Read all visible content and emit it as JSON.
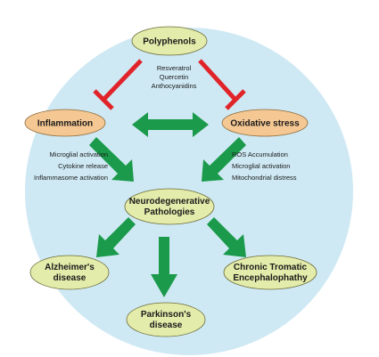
{
  "colors": {
    "background_circle": "#cfe9f4",
    "oval_green": "#e3ecaa",
    "oval_orange": "#f4c793",
    "arrow_green": "#1a9a4a",
    "inhibit_red": "#e0242a"
  },
  "nodes": {
    "polyphenols": "Polyphenols",
    "inflammation": "Inflammation",
    "oxidative_stress": "Oxidative stress",
    "neurodegenerative": [
      "Neurodegenerative",
      "Pathologies"
    ],
    "alzheimers": [
      "Alzheimer's",
      "disease"
    ],
    "parkinsons": [
      "Parkinson's",
      "disease"
    ],
    "cte": [
      "Chronic Tromatic",
      "Encephalophathy"
    ]
  },
  "notes": {
    "polyphenol_examples": [
      "Resveratrol",
      "Quercetin",
      "Anthocyanidins"
    ],
    "inflammation_mechanisms": [
      "Microglial activation",
      "Cytokine release",
      "Inflammasome activation"
    ],
    "oxidative_mechanisms": [
      "ROS Accumulation",
      "Microglial activation",
      "Mitochondrial distress"
    ]
  }
}
